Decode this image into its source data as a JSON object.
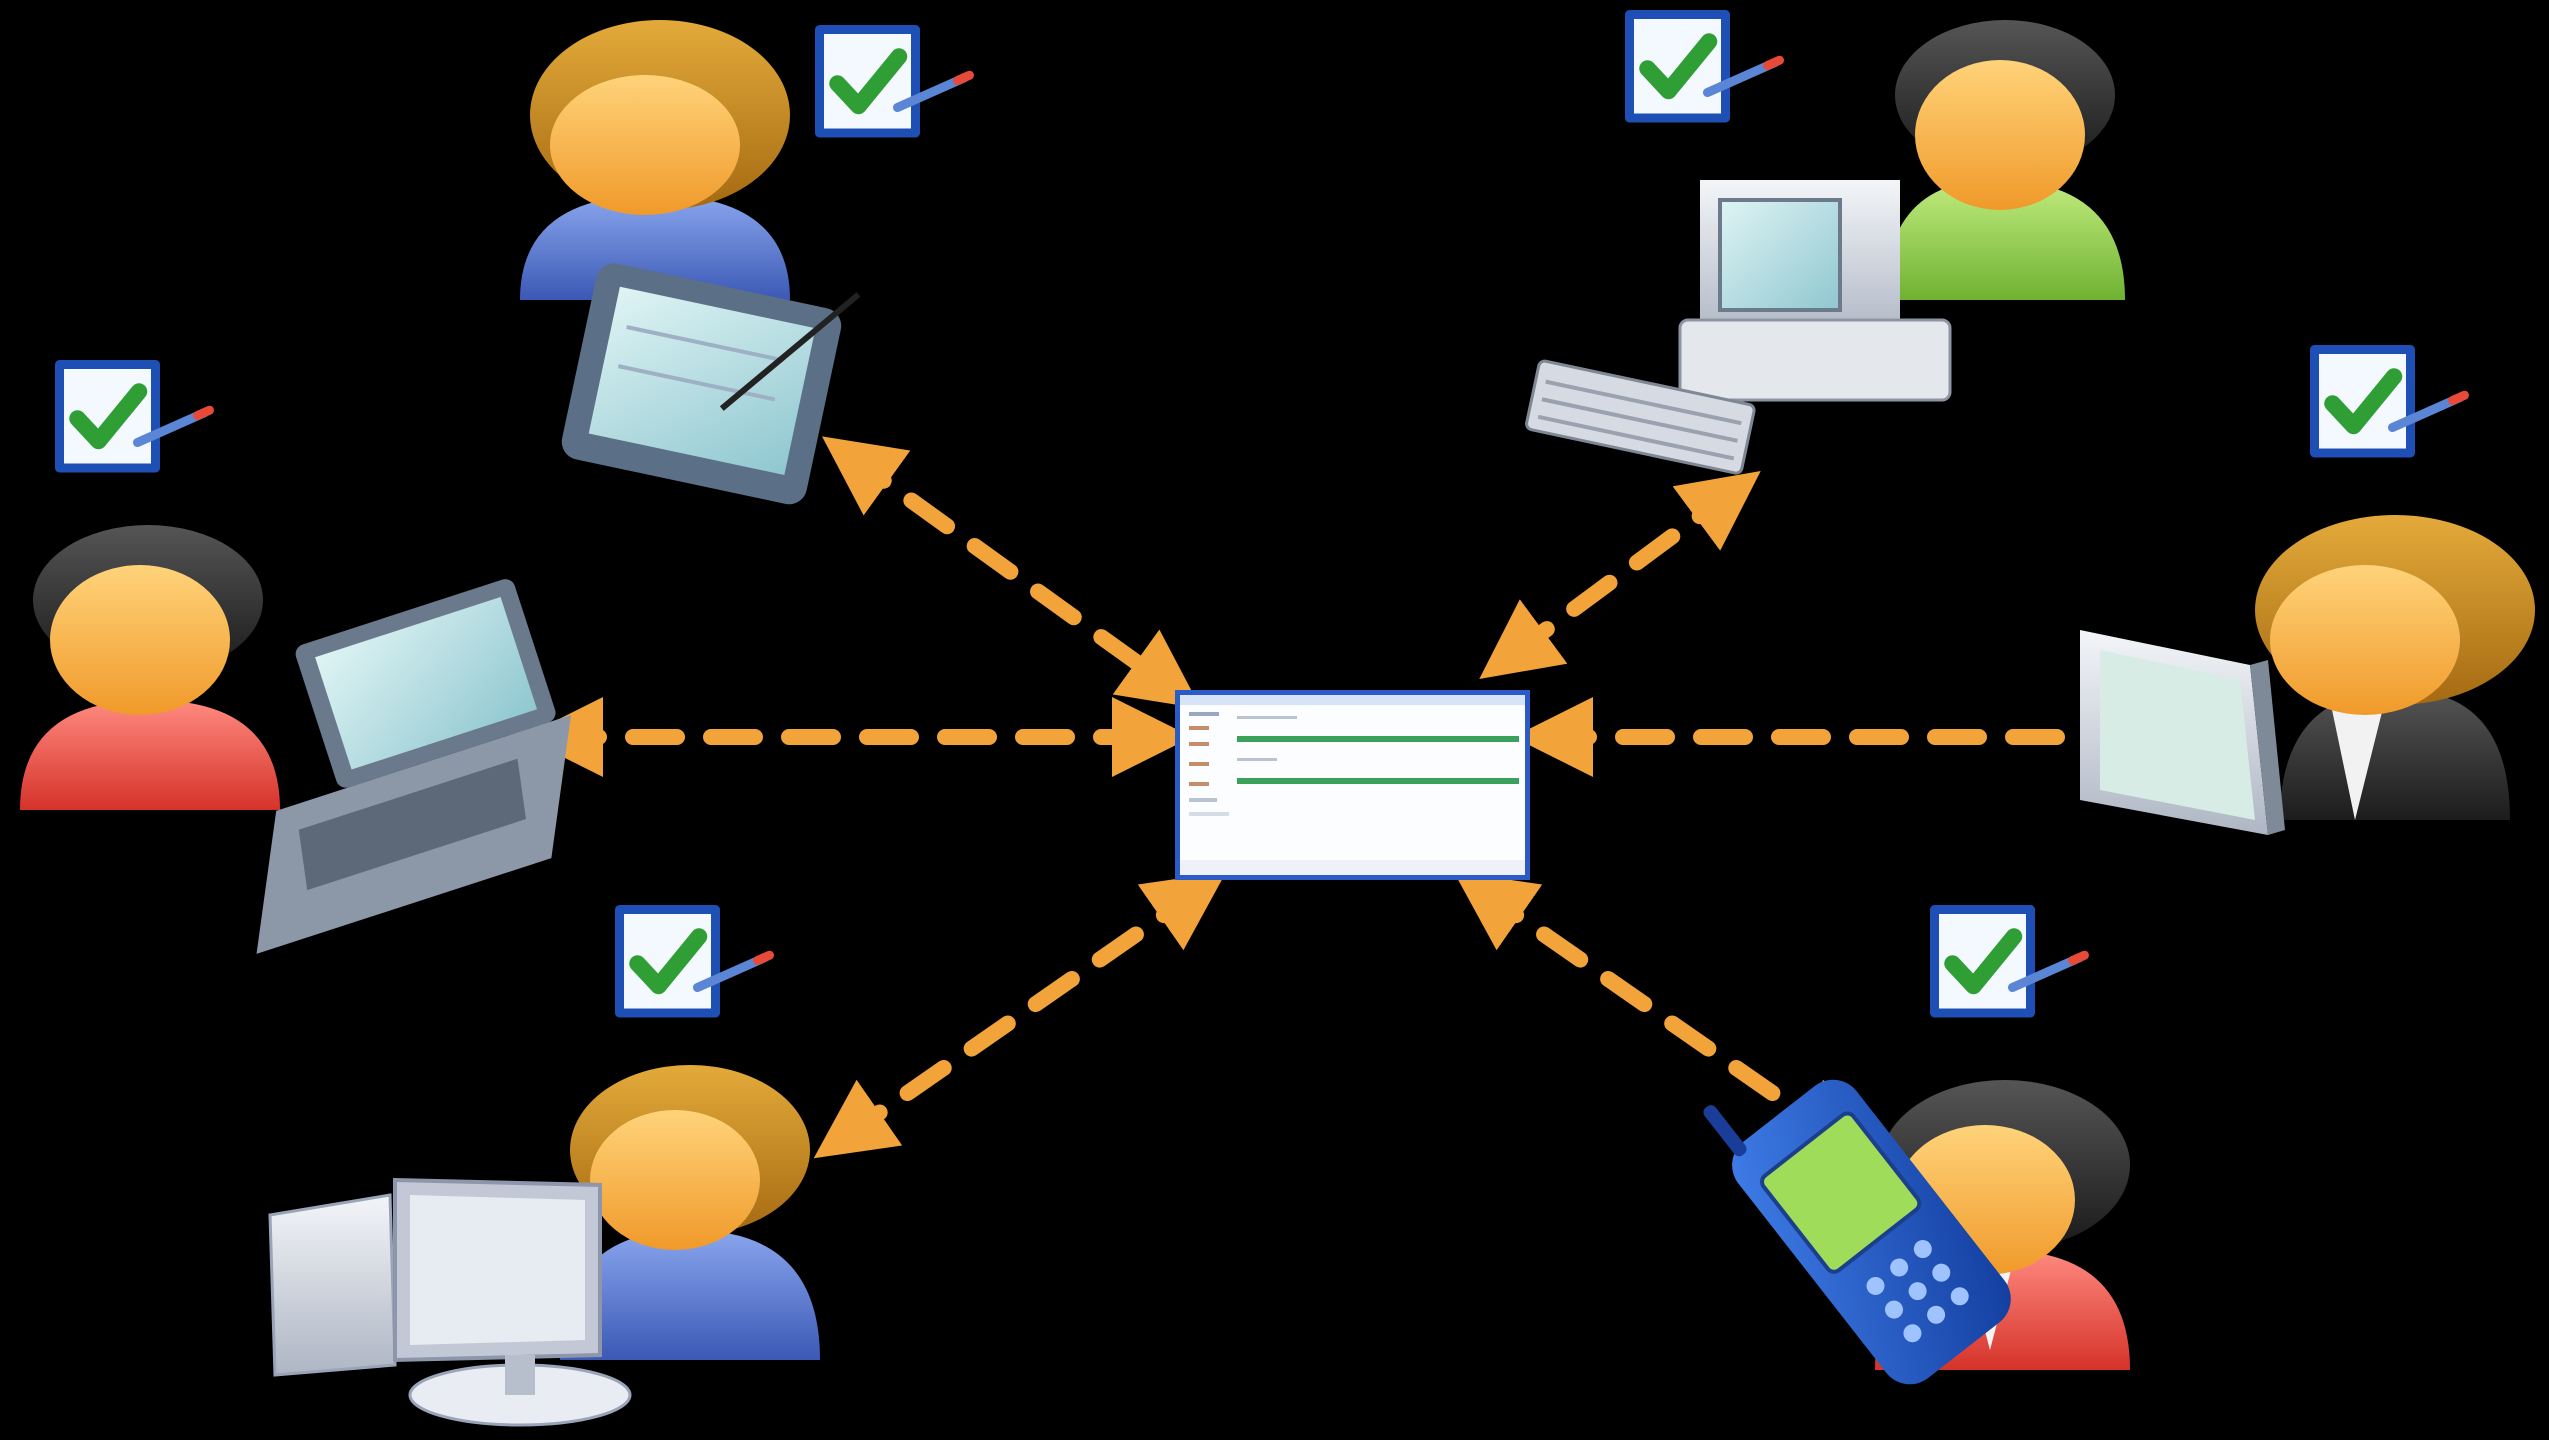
{
  "diagram": {
    "background": "#000000",
    "connector_color": "#f2a43a",
    "connector_style": "dashed",
    "hub": {
      "name": "shared-form-document",
      "icon": "form-window-icon"
    },
    "users": [
      {
        "id": "top-left",
        "device": "tablet-pda",
        "checklist_icon": "checked-form-icon",
        "arrow": "bidirectional"
      },
      {
        "id": "top-right",
        "device": "desktop-computer",
        "checklist_icon": "checked-form-icon",
        "arrow": "bidirectional"
      },
      {
        "id": "left",
        "device": "laptop",
        "checklist_icon": "checked-form-icon",
        "arrow": "bidirectional"
      },
      {
        "id": "right",
        "device": "monitor",
        "checklist_icon": "checked-form-icon",
        "arrow": "bidirectional"
      },
      {
        "id": "bottom-left",
        "device": "desktop-computer",
        "checklist_icon": "checked-form-icon",
        "arrow": "bidirectional"
      },
      {
        "id": "bottom-right",
        "device": "mobile-phone",
        "checklist_icon": "checked-form-icon",
        "arrow": "bidirectional"
      }
    ],
    "colors": {
      "skin": "#f6b24c",
      "hair_blonde": "#c98a22",
      "hair_dark": "#2b2b2b",
      "shirt_blue": "#4d6fc9",
      "shirt_green": "#8ecb4a",
      "shirt_red": "#e5453c",
      "suit_dark": "#2a2a2a",
      "check_green": "#2f9e35",
      "form_frame": "#1d4fb5"
    }
  }
}
